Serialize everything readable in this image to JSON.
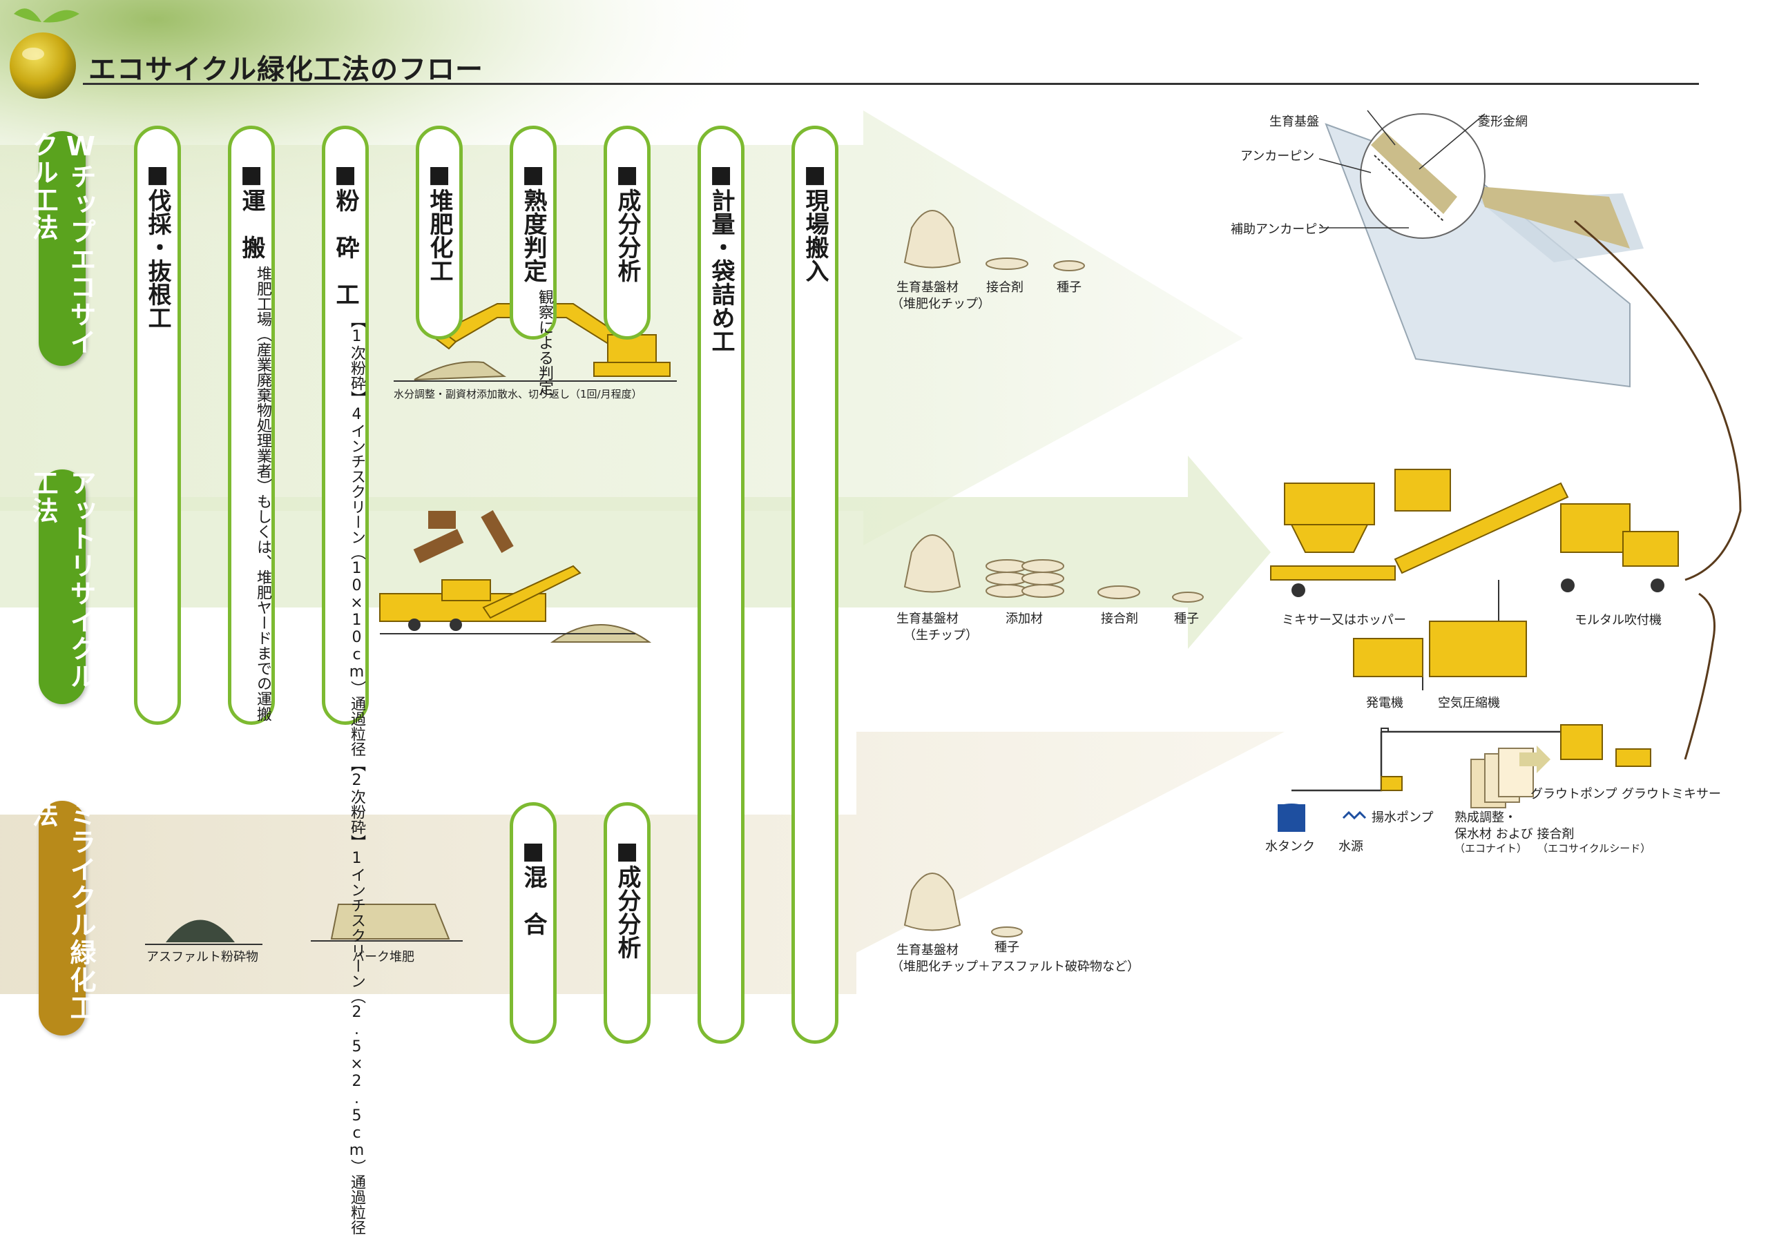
{
  "header": {
    "title": "エコサイクル緑化工法のフロー"
  },
  "methods": [
    {
      "label": "Wチップエコサイクル工法",
      "color": "#5aa31e"
    },
    {
      "label": "アットリサイクル工法",
      "color": "#5aa31e"
    },
    {
      "label": "ミライクル緑化工法",
      "color": "#b88a1a"
    }
  ],
  "stages": {
    "felling": {
      "head": "■伐採・抜根工"
    },
    "transport": {
      "head": "■運　搬",
      "note": "堆肥工場（産業廃棄物処理業者）もしくは、堆肥ヤードまでの運搬"
    },
    "crushing": {
      "head": "■粉　砕　工",
      "note1": "【1次粉砕】4インチスクリーン（10×10cm）通過粒径",
      "note2": "【2次粉砕】1インチスクリーン（2.5×2.5cm）通過粒径"
    },
    "composting": {
      "head": "■堆肥化工"
    },
    "maturity": {
      "head": "■熟度判定",
      "note": "観察による判定"
    },
    "analysis1": {
      "head": "■成分分析"
    },
    "weighing": {
      "head": "■計量・袋詰め工"
    },
    "delivery": {
      "head": "■現場搬入"
    },
    "mixing": {
      "head": "■混　合"
    },
    "analysis2": {
      "head": "■成分分析"
    }
  },
  "compost_note": "水分調整・副資材添加散水、切り返し（1回/月程度）",
  "row1_materials": {
    "base": "生育基盤材",
    "base_sub": "（堆肥化チップ）",
    "binder": "接合剤",
    "seed": "種子"
  },
  "row2_materials": {
    "base": "生育基盤材",
    "base_sub": "（生チップ）",
    "additive": "添加材",
    "binder": "接合剤",
    "seed": "種子"
  },
  "row3_materials": {
    "base": "生育基盤材",
    "base_sub": "（堆肥化チップ＋アスファルト破砕物など）",
    "seed": "種子",
    "asphalt": "アスファルト粉砕物",
    "bark": "バーク堆肥"
  },
  "slope": {
    "base": "生育基盤",
    "net": "菱形金網",
    "anchor": "アンカーピン",
    "sub_anchor": "補助アンカーピン"
  },
  "equipment": {
    "mixer": "ミキサー又はホッパー",
    "sprayer": "モルタル吹付機",
    "generator": "発電機",
    "compressor": "空気圧縮機",
    "tank": "水タンク",
    "water_source": "水源",
    "pump": "揚水ポンプ",
    "grout_pump": "グラウトポンプ",
    "grout_mixer": "グラウトミキサー",
    "maturing_line1": "熟成調整・",
    "maturing_line2": "保水材 および 接合剤",
    "ecoknight": "（エコナイト）",
    "ecoseed": "（エコサイクルシード）"
  }
}
